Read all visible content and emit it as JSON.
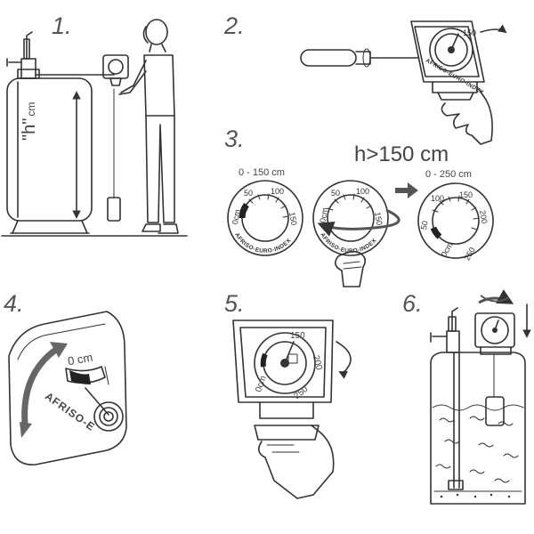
{
  "steps": {
    "s1": "1.",
    "s2": "2.",
    "s3": "3.",
    "s4": "4.",
    "s5": "5.",
    "s6": "6."
  },
  "step1": {
    "height_label": "\"h\"",
    "height_unit": "cm"
  },
  "step3": {
    "threshold": "h>150 cm",
    "range_small": "0 - 150 cm",
    "range_large": "0 - 250 cm",
    "dial_small_ticks": [
      "0cm",
      "50",
      "100",
      "150"
    ],
    "dial_large_ticks": [
      "0cm",
      "50",
      "100",
      "150",
      "200",
      "250"
    ],
    "dial_brand": "AFRISO-EURO-INDEX"
  },
  "step4": {
    "zero_label": "0 cm",
    "brand_partial": "AFRISO-E"
  },
  "step5": {
    "ticks": [
      "0cm",
      "150",
      "200",
      "250"
    ]
  },
  "colors": {
    "ink": "#333333",
    "arrow_fill": "#555555",
    "rotation_arrow": "#666666"
  }
}
